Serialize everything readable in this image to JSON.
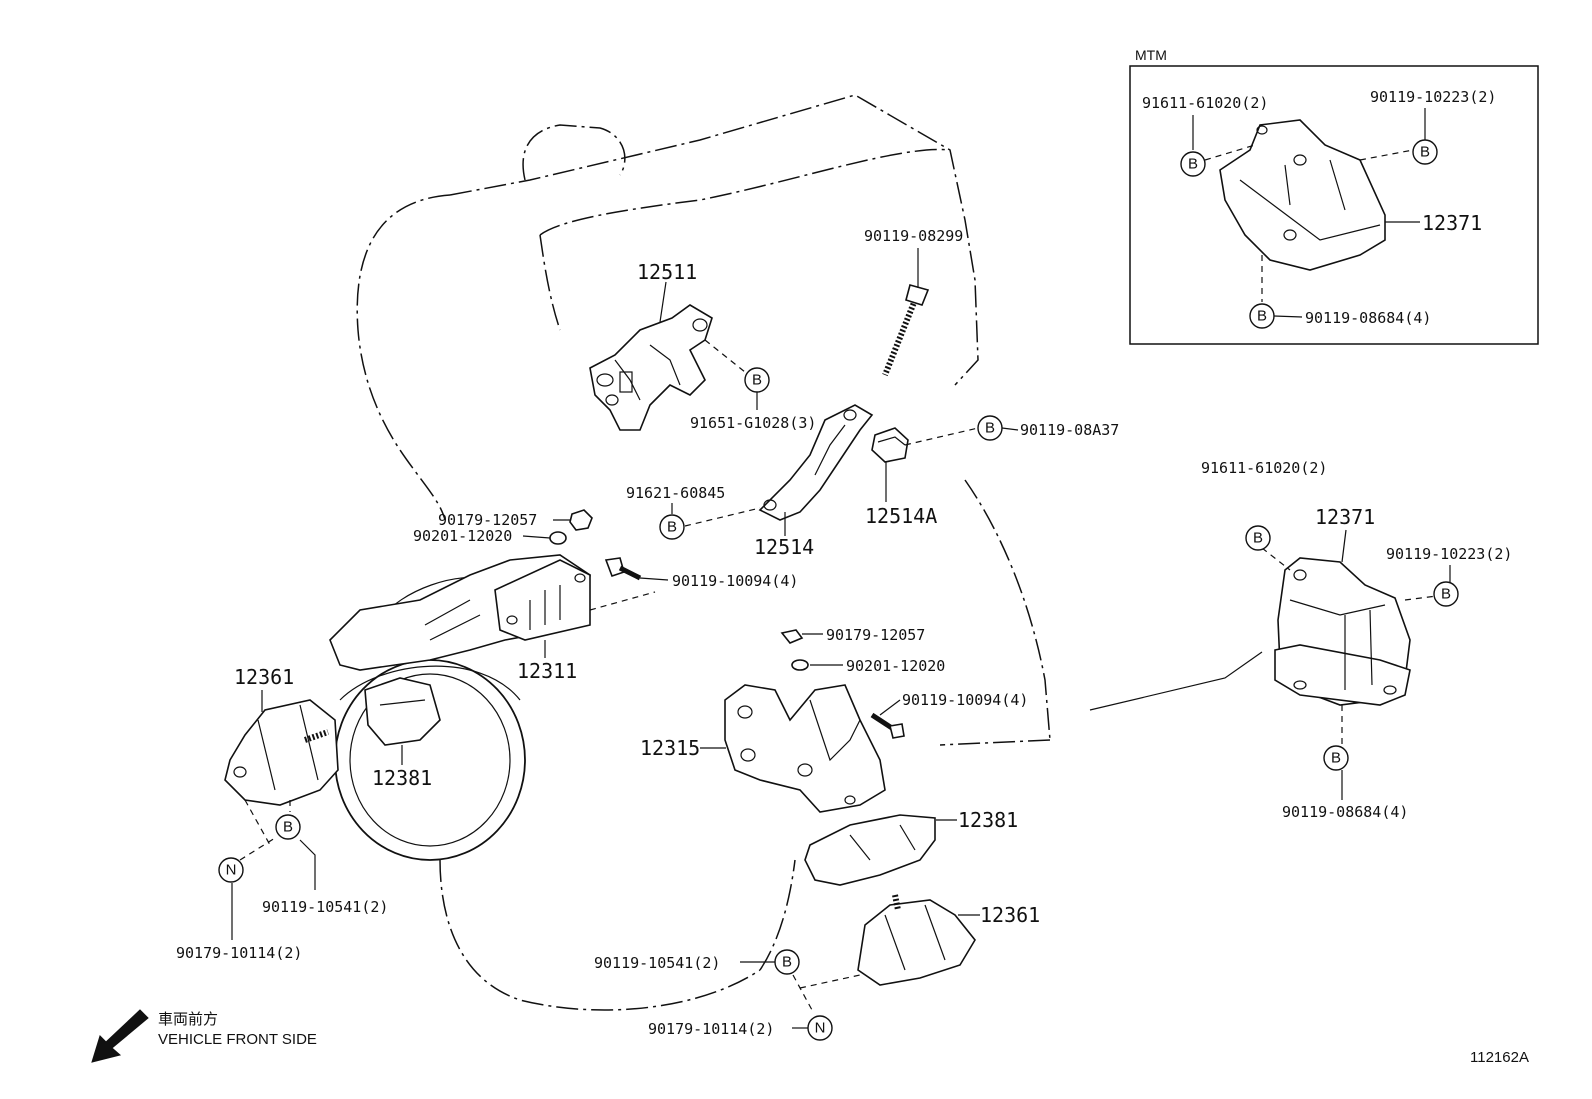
{
  "inset": {
    "title": "MTM"
  },
  "parts": {
    "p12511": "12511",
    "p91651": "91651-G1028(3)",
    "p90119_08299": "90119-08299",
    "p90119_08A37": "90119-08A37",
    "p91621": "91621-60845",
    "p12514": "12514",
    "p12514A": "12514A",
    "p90179_12057_a": "90179-12057",
    "p90201_12020_a": "90201-12020",
    "p90119_10094_a": "90119-10094(4)",
    "p12311": "12311",
    "p12361_a": "12361",
    "p12381_a": "12381",
    "p90119_10541_a": "90119-10541(2)",
    "p90179_10114_a": "90179-10114(2)",
    "p90179_12057_b": "90179-12057",
    "p90201_12020_b": "90201-12020",
    "p90119_10094_b": "90119-10094(4)",
    "p12315": "12315",
    "p12381_b": "12381",
    "p12361_b": "12361",
    "p90119_10541_b": "90119-10541(2)",
    "p90179_10114_b": "90179-10114(2)",
    "p91611_main": "91611-61020(2)",
    "p12371_main": "12371",
    "p90119_10223_main": "90119-10223(2)",
    "p90119_08684_main": "90119-08684(4)",
    "p91611_inset": "91611-61020(2)",
    "p90119_10223_inset": "90119-10223(2)",
    "p12371_inset": "12371",
    "p90119_08684_inset": "90119-08684(4)"
  },
  "markers": {
    "b": "B",
    "n": "N"
  },
  "direction": {
    "jp": "車両前方",
    "en": "VEHICLE FRONT SIDE"
  },
  "figure_id": "112162A"
}
